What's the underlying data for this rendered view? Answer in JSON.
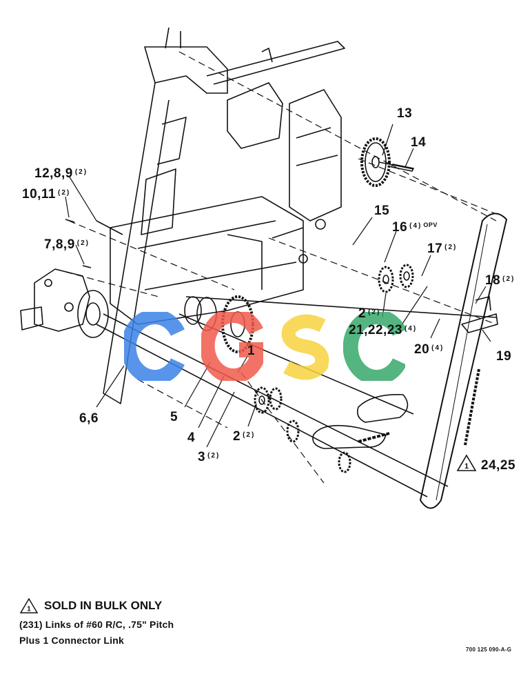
{
  "callouts": [
    {
      "id": "c13",
      "text": "13",
      "qty": ""
    },
    {
      "id": "c14",
      "text": "14",
      "qty": ""
    },
    {
      "id": "c12",
      "text": "12,8,9",
      "qty": "(2)"
    },
    {
      "id": "c10",
      "text": "10,11",
      "qty": "(2)"
    },
    {
      "id": "c15",
      "text": "15",
      "qty": ""
    },
    {
      "id": "c16",
      "text": "16",
      "qty": "(4)",
      "note": "OPV"
    },
    {
      "id": "c7",
      "text": "7,8,9",
      "qty": "(2)"
    },
    {
      "id": "c17",
      "text": "17",
      "qty": "(2)"
    },
    {
      "id": "c18",
      "text": "18",
      "qty": "(2)"
    },
    {
      "id": "c2a",
      "text": "2",
      "qty": "(2)"
    },
    {
      "id": "c21",
      "text": "21,22,23",
      "qty": "(4)"
    },
    {
      "id": "c20",
      "text": "20",
      "qty": "(4)"
    },
    {
      "id": "c19",
      "text": "19",
      "qty": ""
    },
    {
      "id": "c1",
      "text": "1",
      "qty": ""
    },
    {
      "id": "c6",
      "text": "6,6",
      "qty": ""
    },
    {
      "id": "c5",
      "text": "5",
      "qty": ""
    },
    {
      "id": "c4",
      "text": "4",
      "qty": ""
    },
    {
      "id": "c2b",
      "text": "2",
      "qty": "(2)"
    },
    {
      "id": "c3",
      "text": "3",
      "qty": "(2)"
    },
    {
      "id": "c24",
      "text": "24,25",
      "qty": ""
    }
  ],
  "warning_symbol": "1",
  "watermark": {
    "letters": [
      "C",
      "G",
      "S",
      "C"
    ],
    "colors": [
      "#3b82e6",
      "#f05a4a",
      "#f7d23e",
      "#36a86a"
    ]
  },
  "notes": {
    "line1": "SOLD IN BULK ONLY",
    "line2": "(231) Links of #60 R/C, .75\" Pitch",
    "line3": "Plus 1 Connector Link"
  },
  "drawing_number": "700 125 090-A-G"
}
